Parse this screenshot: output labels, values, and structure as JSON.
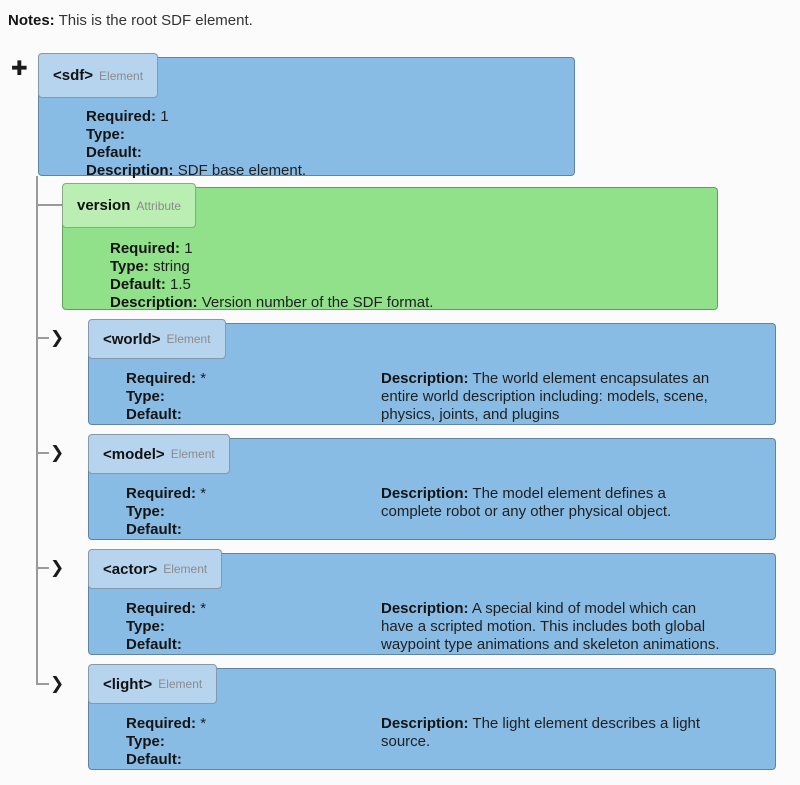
{
  "notes": {
    "label": "Notes:",
    "text": "This is the root SDF element."
  },
  "field_labels": {
    "required": "Required:",
    "type": "Type:",
    "default": "Default:",
    "description": "Description:"
  },
  "icons": {
    "expand": "✚",
    "chevron": "❯"
  },
  "colors": {
    "element_fill": "#89bce5",
    "element_tab_fill": "#b7d4ee",
    "attribute_fill": "#90e18a",
    "attribute_tab_fill": "#baeeb2",
    "connector_line": "#9a9a9a",
    "icon": "#1b1b1b",
    "background": "#fbfbfb",
    "kind_label_gray": "#8b8b8b"
  },
  "root_element": {
    "tag": "<sdf>",
    "kind": "Element",
    "required": "1",
    "type": "",
    "default": "",
    "description": "SDF base element."
  },
  "attribute": {
    "name": "version",
    "kind": "Attribute",
    "required": "1",
    "type": "string",
    "default": "1.5",
    "description": "Version number of the SDF format."
  },
  "child_elements": [
    {
      "tag": "<world>",
      "kind": "Element",
      "required": "*",
      "type": "",
      "default": "",
      "description": "The world element encapsulates an entire world description including: models, scene, physics, joints, and plugins",
      "description_lines": [
        "The world element encapsulates an",
        "entire world description including: models, scene,",
        "physics, joints, and plugins"
      ]
    },
    {
      "tag": "<model>",
      "kind": "Element",
      "required": "*",
      "type": "",
      "default": "",
      "description": "The model element defines a complete robot or any other physical object.",
      "description_lines": [
        "The model element defines a",
        "complete robot or any other physical object."
      ]
    },
    {
      "tag": "<actor>",
      "kind": "Element",
      "required": "*",
      "type": "",
      "default": "",
      "description": "A special kind of model which can have a scripted motion. This includes both global waypoint type animations and skeleton animations.",
      "description_lines": [
        "A special kind of model which can",
        "have a scripted motion. This includes both global",
        "waypoint type animations and skeleton animations."
      ]
    },
    {
      "tag": "<light>",
      "kind": "Element",
      "required": "*",
      "type": "",
      "default": "",
      "description": "The light element describes a light source.",
      "description_lines": [
        "The light element describes a light",
        "source."
      ]
    }
  ]
}
